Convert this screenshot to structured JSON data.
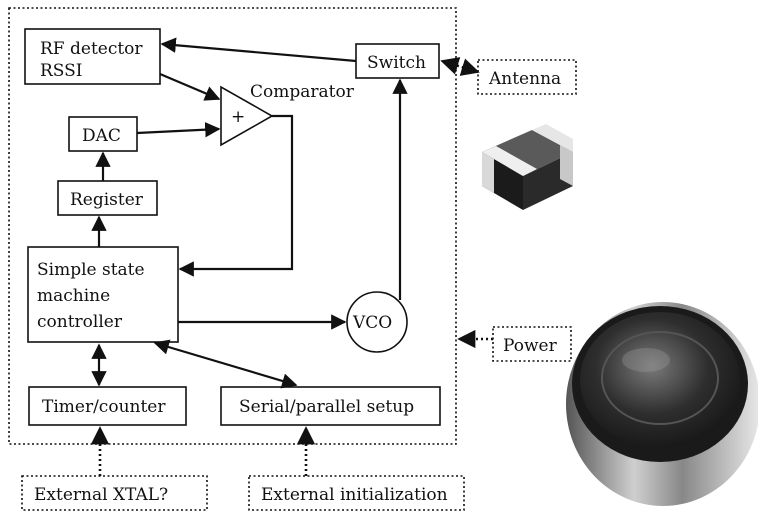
{
  "blocks": {
    "rf_detector": [
      "RF detector",
      "RSSI"
    ],
    "switch": "Switch",
    "comparator": "Comparator",
    "comparator_sign": "+",
    "dac": "DAC",
    "register": "Register",
    "controller": [
      "Simple state",
      "machine",
      "controller"
    ],
    "vco": "VCO",
    "timer": "Timer/counter",
    "serial": "Serial/parallel setup"
  },
  "external": {
    "antenna": "Antenna",
    "power": "Power",
    "xtal": "External XTAL?",
    "init": "External initialization"
  },
  "images": {
    "chip": "chip-capacitor-photo",
    "battery": "coin-cell-battery-photo"
  }
}
